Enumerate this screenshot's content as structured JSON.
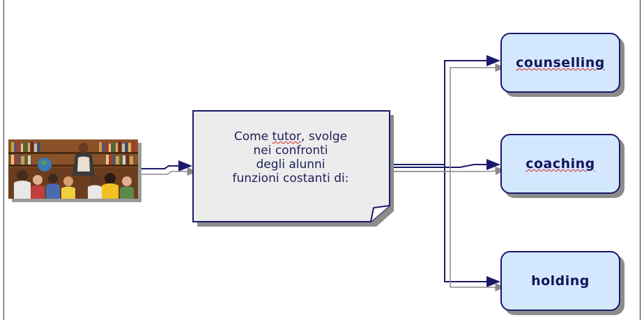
{
  "note": {
    "lines": [
      "Come tutor, svolge",
      "nei confronti",
      "degli alunni",
      "funzioni costanti di:"
    ],
    "flagged_word": "tutor"
  },
  "targets": [
    {
      "label": "counselling"
    },
    {
      "label": "coaching"
    },
    {
      "label": "holding"
    }
  ],
  "colors": {
    "box_fill": "#d3e8ff",
    "box_border": "#1a1a6a",
    "note_fill": "#ececec",
    "arrow_dark": "#1a1a6a",
    "arrow_light": "#8a8a8a",
    "spell_underline": "#e02020"
  },
  "icons": {
    "photo": "classroom-teacher-photo"
  }
}
